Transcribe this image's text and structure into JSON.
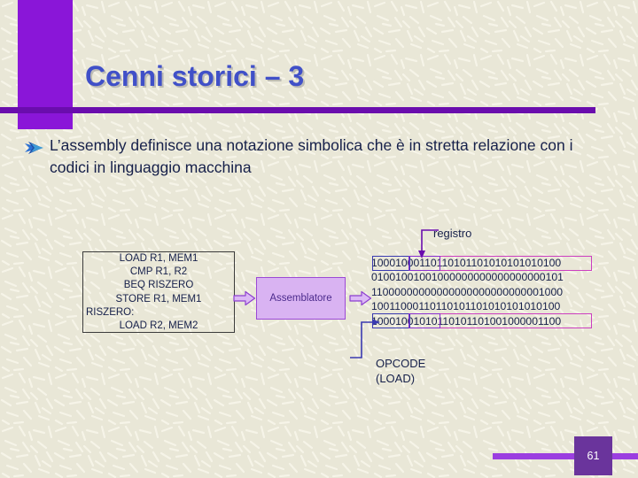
{
  "slide": {
    "title": "Cenni storici – 3",
    "page_number": "61",
    "colors": {
      "accent_purple": "#8a16d8",
      "rule_purple": "#6a0dad",
      "title_blue": "#4050c8",
      "body_navy": "#16204a",
      "assembler_fill": "#d9b3f2",
      "assembler_border": "#9b49d6",
      "outline_magenta": "#cc3ec0",
      "outline_blue": "#3a3ab0",
      "outline_violet": "#8a2fd0",
      "footer_box": "#6a349c",
      "background": "#e9e7d7"
    }
  },
  "bullet": {
    "icon": "arrow-bullet-icon",
    "text": "L’assembly definisce una notazione simbolica che è in stretta relazione con i codici in linguaggio macchina"
  },
  "diagram": {
    "source_code": {
      "lines": [
        "LOAD R1, MEM1",
        "CMP R1, R2",
        "BEQ RISZERO",
        "STORE R1, MEM1",
        "RISZERO:",
        "LOAD R2, MEM2"
      ],
      "line_align": [
        "center",
        "center",
        "center",
        "center",
        "left",
        "center"
      ]
    },
    "assembler_label": "Assemblatore",
    "arrow_left": "right-arrow-icon",
    "arrow_right": "right-arrow-icon",
    "machine_code": {
      "lines": [
        "10001000110110101101010101010100",
        "01001001001000000000000000000101",
        "11000000000000000000000000001000",
        "10011000110110101101010101010100",
        "10001001010110101101001000001100"
      ]
    },
    "callouts": [
      {
        "name": "registro",
        "label": "registro"
      },
      {
        "name": "opcode",
        "label_line1": "OPCODE",
        "label_line2": "(LOAD)"
      }
    ]
  }
}
